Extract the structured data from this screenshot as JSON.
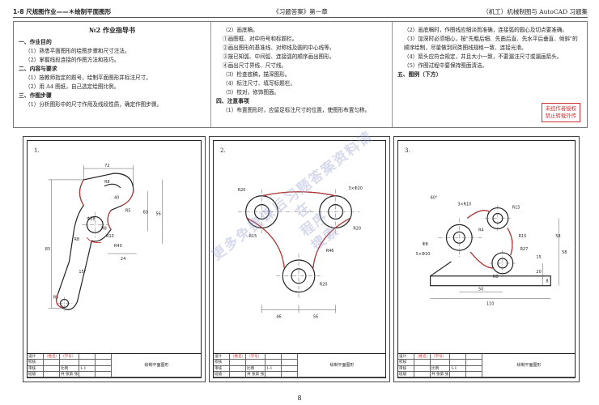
{
  "header": {
    "left": "1-8   尺规图作业——＊绘制平面图形",
    "center": "《习题答案》第一章",
    "right": "（机工）机械制图与 AutoCAD 习题集"
  },
  "guide": {
    "title": "№2   作业指导书",
    "col1": [
      {
        "sec": "一、作业目的"
      },
      {
        "text": "（1）熟悉平面图形的绘图步骤和尺寸注法。"
      },
      {
        "text": "（2）掌握线段连接的作图方法和技巧。"
      },
      {
        "sec": "二、内容与要求"
      },
      {
        "text": "（1）按教师指定的题号，绘制平面图形并标注尺寸。"
      },
      {
        "text": "（2）用 A4 图纸，自己选定绘图比例。"
      },
      {
        "sec": "三、作图步骤"
      },
      {
        "text": "（1）分析图形中的尺寸作用及线段性质，确定作图步骤。"
      }
    ],
    "col2": [
      {
        "text": "（2）画底稿。"
      },
      {
        "text": "①画图框、对中符号和标题栏。"
      },
      {
        "text": "②画出图形的基准线、对称线及圆的中心线等。"
      },
      {
        "text": "③按已知弧、中间弧、连接弧的顺序画出图形。"
      },
      {
        "text": "④画出尺寸界线、尺寸线。"
      },
      {
        "text": "（3）检查底稿，描深图形。"
      },
      {
        "text": "（4）标注尺寸、填写标题栏。"
      },
      {
        "text": "（5）校对，修饰图面。"
      },
      {
        "sec": "四、注意事项"
      },
      {
        "text": "（1）布置图形时，应留足标注尺寸的位置，使图形布置匀称。"
      }
    ],
    "col3": [
      {
        "text": "（2）画底稿时，作图线应细淡而准确，连接弧的圆心及切点要准确。"
      },
      {
        "text": "（3）加深时必须细心，按\"先粗后细、先曲后直、先水平后垂直、倾斜\"的顺序绘制，尽量做到同类图线规格一致、连接光滑。"
      },
      {
        "text": "（4）箭头应符合规定，并且大小一致，不要漏注尺寸或漏画箭头。"
      },
      {
        "text": "（5）作图过程中要保持图面清洁。"
      },
      {
        "sec": "五、图例（下方）"
      }
    ],
    "stamp_line1": "未经作者授权",
    "stamp_line2": "禁止转载外传"
  },
  "sheets": [
    {
      "num": "1.",
      "dims": [
        "72",
        "R8",
        "40",
        "R5",
        "56",
        "83",
        "60",
        "R10",
        "R8",
        "R40",
        "24",
        "15°",
        "R5",
        "Φ28",
        "R8"
      ]
    },
    {
      "num": "2.",
      "dims": [
        "R20",
        "3×Φ20",
        "R20",
        "R20",
        "R15",
        "R46",
        "46",
        "56"
      ]
    },
    {
      "num": "3.",
      "dims": [
        "60°",
        "3×R10",
        "R15",
        "R15",
        "R27",
        "R4",
        "Φ8",
        "5×Φ10",
        "R8",
        "50",
        "110",
        "8",
        "20",
        "15",
        "58",
        "58"
      ]
    }
  ],
  "title_block": {
    "r1": [
      "设计",
      "（姓名）",
      "（学号）"
    ],
    "r2": [
      "校核"
    ],
    "r3": [
      "审核",
      "比例",
      "1:1"
    ],
    "r4": [
      "班级",
      "共  张第  张"
    ],
    "name": "绘制平面图形"
  },
  "page_number": "8",
  "watermark": [
    "更多免费课后习题答案资料请在",
    "程序",
    "搜索"
  ]
}
